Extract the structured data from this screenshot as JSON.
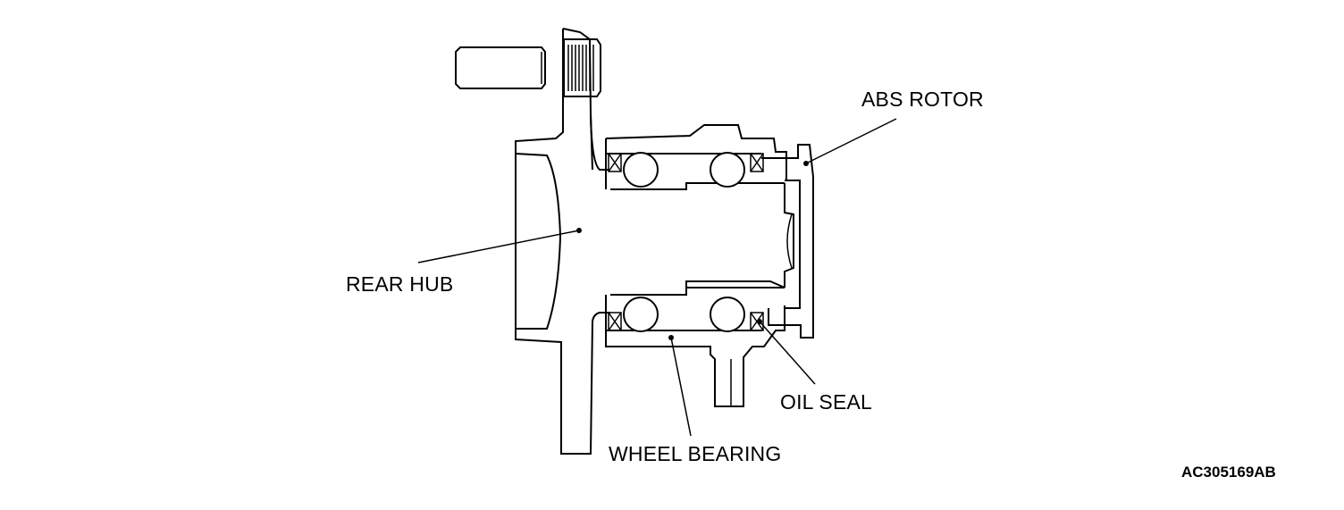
{
  "labels": {
    "abs_rotor": "ABS ROTOR",
    "rear_hub": "REAR HUB",
    "oil_seal": "OIL SEAL",
    "wheel_bearing": "WHEEL BEARING"
  },
  "figure_code": "AC305169AB"
}
